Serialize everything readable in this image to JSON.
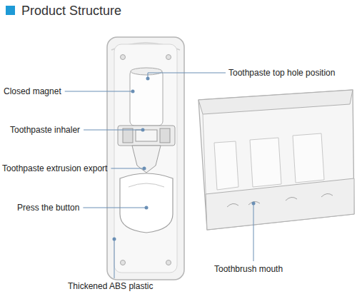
{
  "diagram": {
    "title": "Product Structure",
    "labels": [
      "Toothpaste top hole position",
      "Closed magnet",
      "Toothpaste inhaler",
      "Toothpaste extrusion export",
      "Press the button",
      "Toothbrush mouth",
      "Thickened ABS plastic"
    ]
  }
}
